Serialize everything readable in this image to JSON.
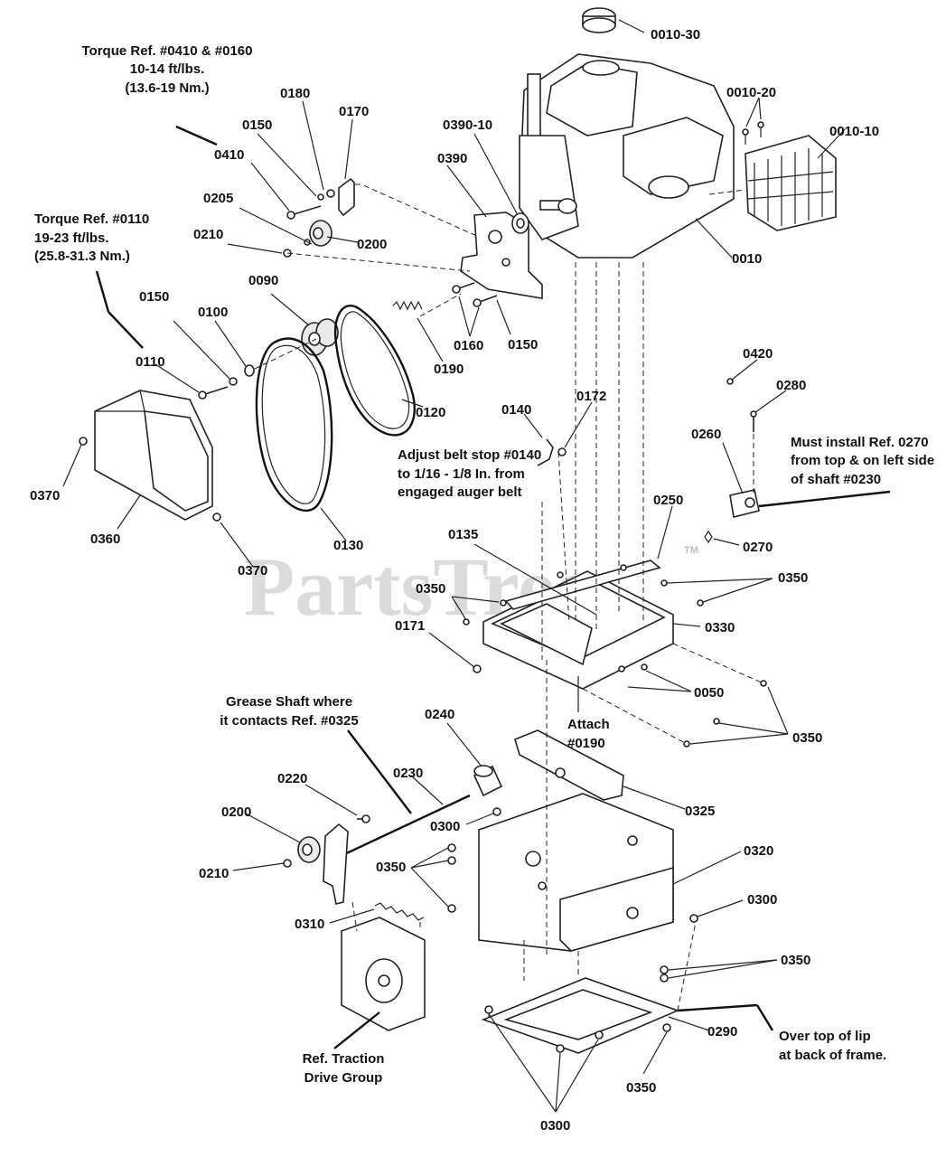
{
  "watermark": "PartsTree",
  "trademark": "TM",
  "part_labels": {
    "p0010_30": "0010-30",
    "p0010_20": "0010-20",
    "p0010_10": "0010-10",
    "p0010": "0010",
    "p0390_10": "0390-10",
    "p0390": "0390",
    "p0180": "0180",
    "p0170": "0170",
    "p0150_a": "0150",
    "p0410": "0410",
    "p0205": "0205",
    "p0210_a": "0210",
    "p0200_a": "0200",
    "p0160": "0160",
    "p0150_b": "0150",
    "p0090": "0090",
    "p0150_c": "0150",
    "p0100": "0100",
    "p0110": "0110",
    "p0190": "0190",
    "p0120": "0120",
    "p0370_a": "0370",
    "p0360": "0360",
    "p0370_b": "0370",
    "p0130": "0130",
    "p0140": "0140",
    "p0172": "0172",
    "p0420": "0420",
    "p0280": "0280",
    "p0260": "0260",
    "p0250": "0250",
    "p0270": "0270",
    "p0135": "0135",
    "p0350_a": "0350",
    "p0350_b": "0350",
    "p0171": "0171",
    "p0330": "0330",
    "p0050": "0050",
    "p0350_c": "0350",
    "p0240": "0240",
    "p0230": "0230",
    "p0220": "0220",
    "p0200_b": "0200",
    "p0210_b": "0210",
    "p0300_a": "0300",
    "p0325": "0325",
    "p0350_d": "0350",
    "p0320": "0320",
    "p0310": "0310",
    "p0300_b": "0300",
    "p0350_e": "0350",
    "p0290": "0290",
    "p0350_f": "0350",
    "p0300_c": "0300"
  },
  "notes": {
    "torque_0410_line1": "Torque Ref. #0410 & #0160",
    "torque_0410_line2": "10-14 ft/lbs.",
    "torque_0410_line3": "(13.6-19 Nm.)",
    "torque_0110_line1": "Torque Ref. #0110",
    "torque_0110_line2": "19-23 ft/lbs.",
    "torque_0110_line3": "(25.8-31.3 Nm.)",
    "belt_stop_line1": "Adjust belt stop #0140",
    "belt_stop_line2": "to 1/16 - 1/8 In. from",
    "belt_stop_line3": "engaged auger belt",
    "install_0270_line1": "Must install Ref. 0270",
    "install_0270_line2": "from top & on left side",
    "install_0270_line3": "of shaft #0230",
    "attach_line1": "Attach",
    "attach_line2": "#0190",
    "grease_line1": "Grease Shaft where",
    "grease_line2": "it contacts Ref. #0325",
    "lip_line1": "Over top of lip",
    "lip_line2": "at back of frame.",
    "traction_line1": "Ref. Traction",
    "traction_line2": "Drive Group"
  }
}
